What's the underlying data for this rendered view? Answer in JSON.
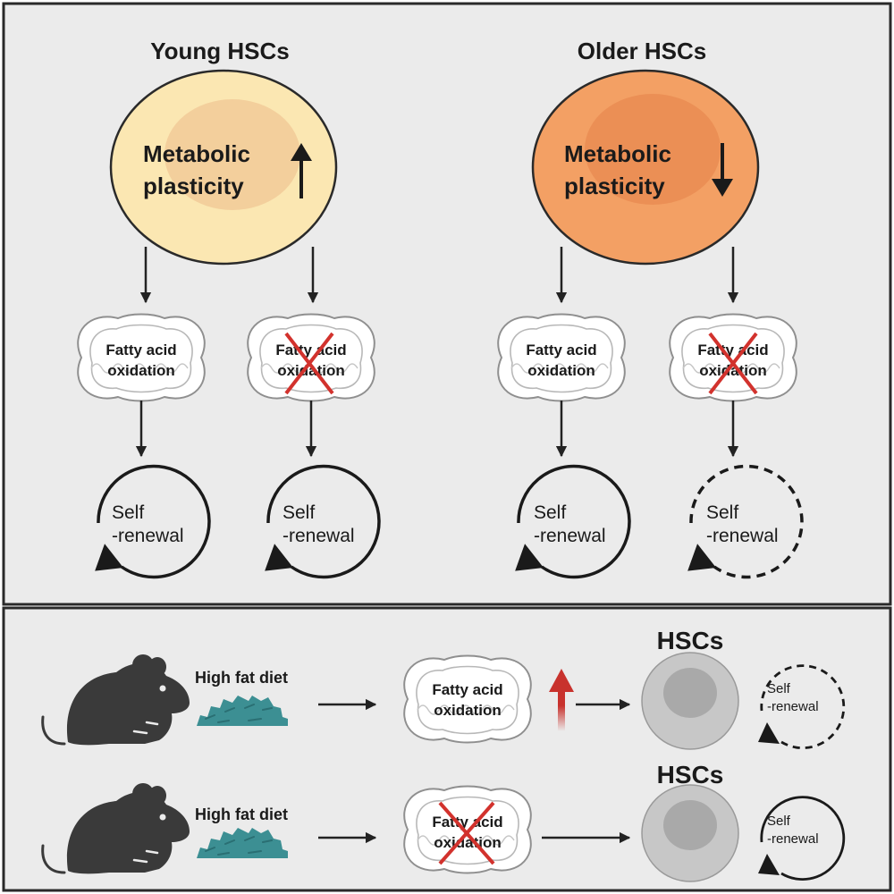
{
  "top": {
    "young": {
      "title": "Young HSCs",
      "cell_label_line1": "Metabolic",
      "cell_label_line2": "plasticity",
      "fao_label_line1": "Fatty acid",
      "fao_label_line2": "oxidation",
      "renewal_line1": "Self",
      "renewal_line2": "-renewal"
    },
    "older": {
      "title": "Older HSCs",
      "cell_label_line1": "Metabolic",
      "cell_label_line2": "plasticity",
      "fao_label_line1": "Fatty acid",
      "fao_label_line2": "oxidation",
      "renewal_line1": "Self",
      "renewal_line2": "-renewal"
    }
  },
  "bottom": {
    "row1": {
      "diet_label": "High fat diet",
      "fao_label_line1": "Fatty acid",
      "fao_label_line2": "oxidation",
      "hsc_label": "HSCs",
      "renewal_line1": "Self",
      "renewal_line2": "-renewal"
    },
    "row2": {
      "diet_label": "High fat diet",
      "fao_label_line1": "Fatty acid",
      "fao_label_line2": "oxidation",
      "hsc_label": "HSCs",
      "renewal_line1": "Self",
      "renewal_line2": "-renewal"
    }
  },
  "colors": {
    "panel_bg": "#ebebeb",
    "border": "#2a2a2a",
    "young_cell_outer": "#fbe7b2",
    "young_cell_inner": "#f3cf9c",
    "older_cell_outer": "#f3a064",
    "older_cell_inner": "#eb8f55",
    "mito_fill": "#ffffff",
    "mito_stroke": "#9a9a9a",
    "cross": "#d2322d",
    "up_arrow": "#c8322d",
    "diet": "#3c8f93",
    "mouse": "#3a3a3a",
    "hsc_outer": "#c7c7c7",
    "hsc_inner": "#a9a9a9",
    "arrow": "#222222"
  },
  "icons": [
    "mouse-icon",
    "high-fat-diet-icon",
    "mitochondrion-icon",
    "cross-icon",
    "up-arrow-icon",
    "down-arrow-icon",
    "cycle-arrow-icon"
  ]
}
